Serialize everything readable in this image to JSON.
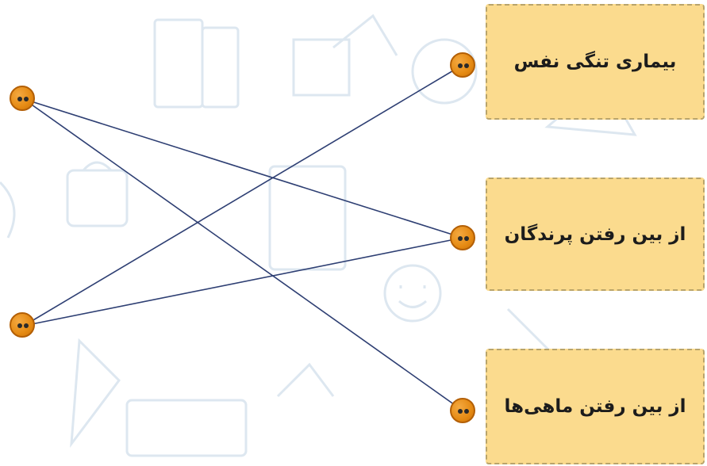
{
  "matching": {
    "right_items": [
      {
        "label": "بیماری تنگی نفس"
      },
      {
        "label": "از بین رفتن پرندگان"
      },
      {
        "label": "از بین رفتن ماهی‌ها"
      }
    ],
    "left_dot_count": 2,
    "connections": [
      {
        "from": "left-1",
        "to": "right-2"
      },
      {
        "from": "left-1",
        "to": "right-3"
      },
      {
        "from": "left-2",
        "to": "right-1"
      },
      {
        "from": "left-2",
        "to": "right-2"
      }
    ]
  },
  "colors": {
    "card_fill": "#fbdb8e",
    "card_border": "#b9a46a",
    "dot_fill": "#e58a13",
    "line": "#2e3f73",
    "doodle": "#dde7f0"
  },
  "icons": {
    "dot": "smiley-dot-icon"
  }
}
